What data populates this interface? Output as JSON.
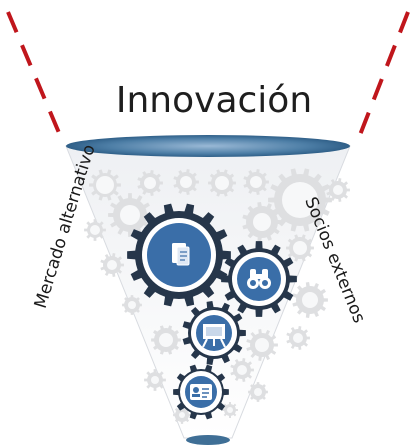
{
  "title": "Innovación",
  "left_label": "Mercado alternativo",
  "right_label": "Socios externos",
  "colors": {
    "dash_line": "#c0161c",
    "rim": "#3f6f96",
    "main_gear": "#26364a",
    "icon_disc": "#3a6ea8",
    "bg_gear": "#dedfe1"
  },
  "gears": [
    {
      "icon": "document-icon"
    },
    {
      "icon": "binoculars-icon"
    },
    {
      "icon": "presentation-board-icon"
    },
    {
      "icon": "id-card-icon"
    }
  ]
}
